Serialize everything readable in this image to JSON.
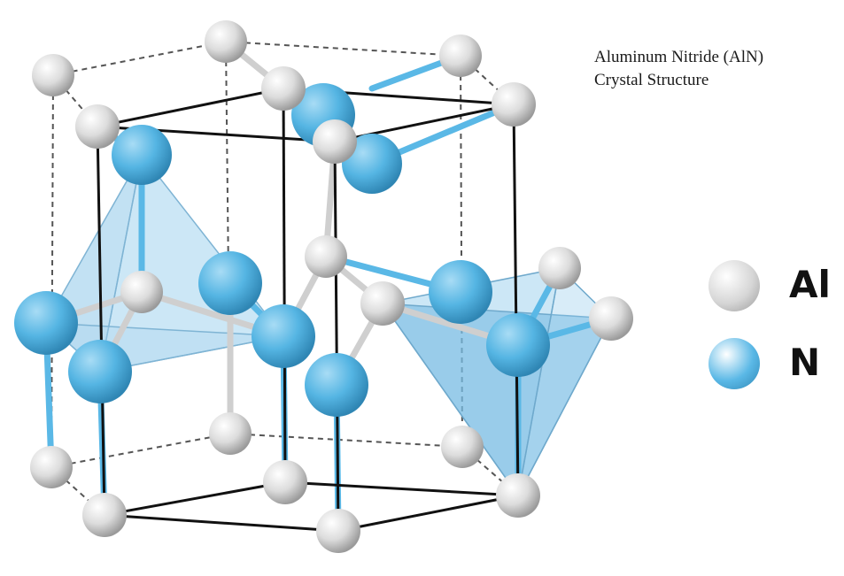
{
  "title": {
    "line1": "Aluminum Nitride (AlN)",
    "line2": "Crystal Structure"
  },
  "legend": [
    {
      "label": "Al",
      "color": "#d6d6d6",
      "species": "aluminum"
    },
    {
      "label": "N",
      "color": "#5ab8e6",
      "species": "nitrogen"
    }
  ],
  "colors": {
    "al_atom": "#d6d6d6",
    "n_atom": "#5ab8e6",
    "cell_edge": "#111111",
    "hidden_edge": "#555555",
    "tetrahedron_fill": "#8fc9ea"
  }
}
